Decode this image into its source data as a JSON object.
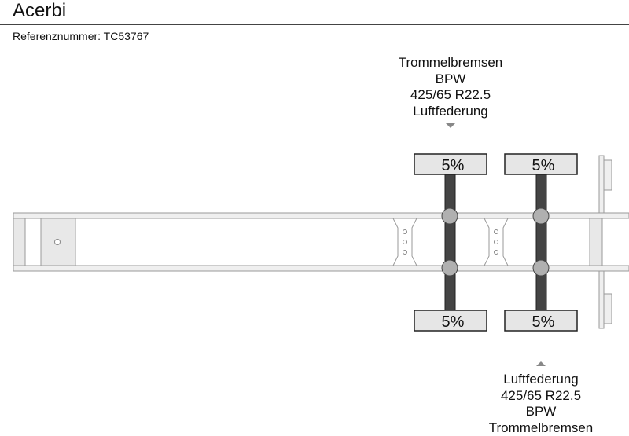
{
  "header": {
    "title": "Acerbi",
    "reference": "Referenznummer: TC53767"
  },
  "top_spec": {
    "lines": [
      "Trommelbremsen",
      "BPW",
      "425/65 R22.5",
      "Luftfederung"
    ]
  },
  "bottom_spec": {
    "lines": [
      "Luftfederung",
      "425/65 R22.5",
      "BPW",
      "Trommelbremsen"
    ]
  },
  "axles": [
    {
      "top_tire": "5%",
      "bottom_tire": "5%"
    },
    {
      "top_tire": "5%",
      "bottom_tire": "5%"
    }
  ],
  "colors": {
    "frame_fill": "#efefef",
    "frame_stroke": "#9a9a9a",
    "tire_fill": "#e6e6e6",
    "axle": "#444444",
    "hub": "#b0b0b0",
    "arrow": "#888888"
  }
}
